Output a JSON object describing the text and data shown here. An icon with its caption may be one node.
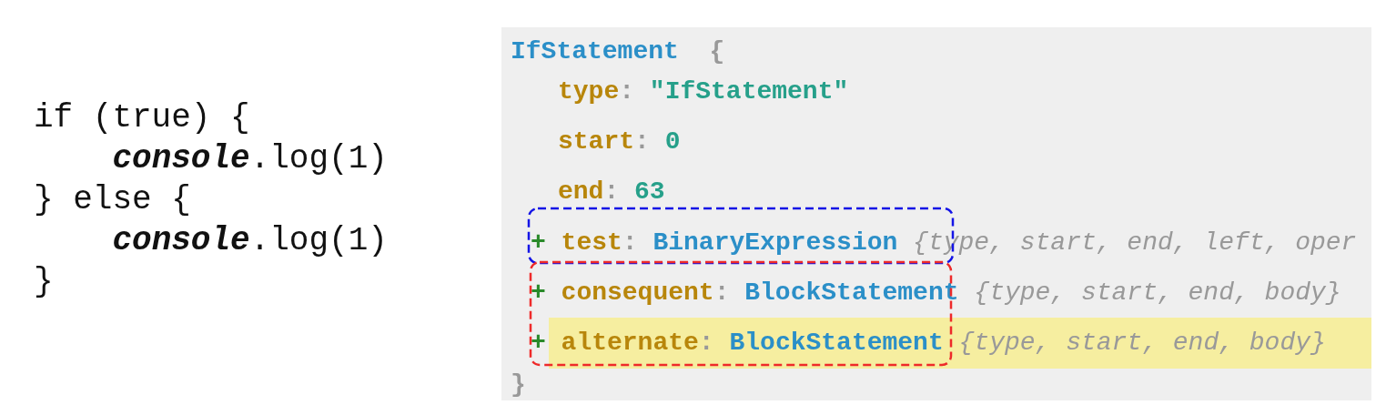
{
  "diagram": {
    "labels": [
      "if (true) {",
      "    **console**.log(1)",
      "} else {",
      "    **console**.log(1)",
      "}",
      "IfStatement  {",
      "type: \"IfStatement\"",
      "start: 0",
      "end: 63",
      "+ test: BinaryExpression {type, start, end, left, oper",
      "+ consequent: BlockStatement {type, start, end, body}",
      "+ alternate: BlockStatement {type, start, end, body}",
      "}"
    ]
  }
}
